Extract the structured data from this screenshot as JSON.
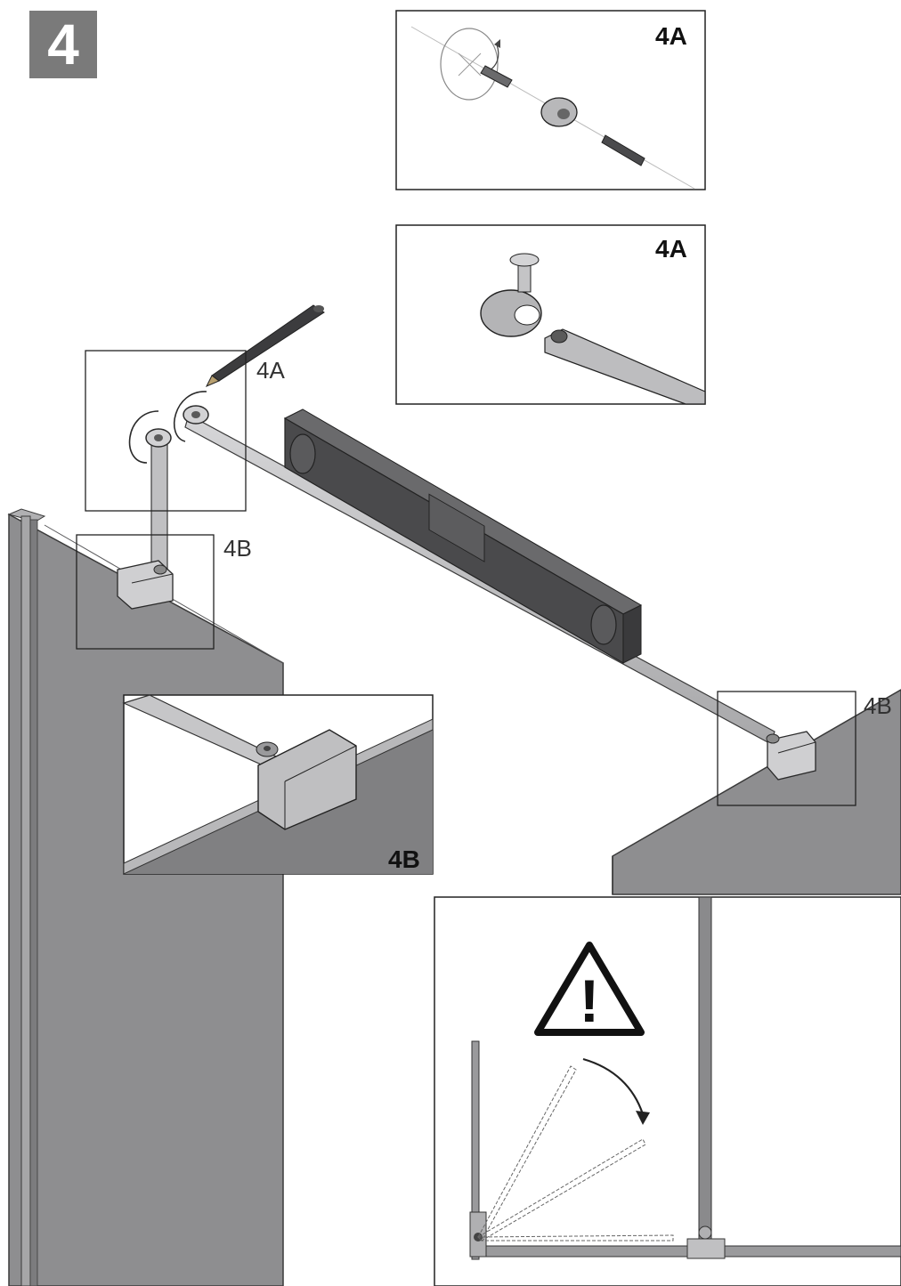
{
  "step": {
    "number": "4"
  },
  "labels": {
    "detail_top": "4A",
    "detail_mid": "4A",
    "callout_4a": "4A",
    "callout_4b_left": "4B",
    "callout_4b_right": "4B",
    "detail_4b": "4B"
  },
  "warning": {
    "symbol": "!"
  },
  "icons": {
    "warning": "warning-triangle-icon",
    "pencil": "pencil-icon",
    "level": "spirit-level-icon",
    "screw": "screw-icon",
    "anchor": "wall-plug-icon",
    "bracket": "wall-bracket-icon",
    "clamp": "glass-clamp-icon",
    "arrow": "rotation-arrow-icon"
  },
  "colors": {
    "panel_gray": "#8e8e90",
    "panel_light": "#a2a2a4",
    "bar_gray": "#c4c4c6",
    "level_dark": "#4a4a4c",
    "line": "#2a2a2a",
    "badge_gray": "#7a7a7a"
  }
}
